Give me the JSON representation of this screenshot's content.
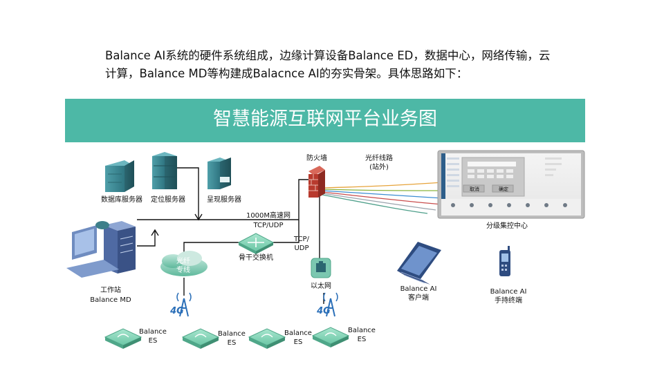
{
  "intro": {
    "line1": "Balance AI系统的硬件系统组成，边缘计算设备Balance ED，数据中心，网络传输，云",
    "line2": "计算，Balance MD等构建成Balacnce AI的夯实骨架。具体思路如下："
  },
  "banner": {
    "title": "智慧能源互联网平台业务图",
    "color": "#4db8a6"
  },
  "nodes": {
    "db_server": "数据库服务器",
    "loc_server": "定位服务器",
    "display_server": "呈现服务器",
    "firewall": "防火墙",
    "fiber_line_1": "光纤线路",
    "fiber_line_2": "(站外)",
    "link_1000m_1": "1000M高速网",
    "link_1000m_2": "TCP/UDP",
    "tcp_udp_1": "TCP/",
    "tcp_udp_2": "UDP",
    "backbone_switch": "骨干交换机",
    "fiber_cloud_1": "光纤",
    "fiber_cloud_2": "专线",
    "ethernet": "以太网",
    "workstation_1": "工作站",
    "workstation_2": "Balance MD",
    "control_center": "分级集控中心",
    "client_1": "Balance AI",
    "client_2": "客户端",
    "handheld_1": "Balance AI",
    "handheld_2": "手持终端",
    "tower_label": "4G",
    "es_line1": "Balance",
    "es_line2": "ES"
  },
  "keypad": {
    "cancel": "取消",
    "confirm": "确定"
  },
  "colors": {
    "server": "#3f8f9a",
    "line": "#111111",
    "firewall": "#b83a2e",
    "router": "#7ed3b8",
    "tower": "#2b6fb8"
  }
}
